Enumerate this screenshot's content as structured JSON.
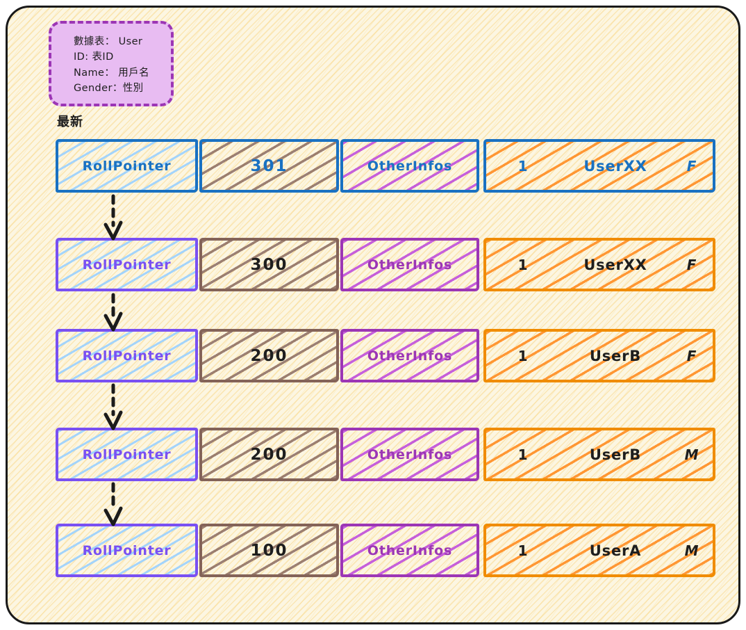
{
  "table_note": {
    "lines": [
      "數據表： User",
      "ID: 表ID",
      "Name： 用戶名",
      "Gender：性別"
    ]
  },
  "labels": {
    "latest": "最新"
  },
  "versions": [
    {
      "roll_pointer": "RollPointer",
      "trx_id": "301",
      "other_infos": "OtherInfos",
      "record": {
        "id": "1",
        "name": "UserXX",
        "gender": "F"
      }
    },
    {
      "roll_pointer": "RollPointer",
      "trx_id": "300",
      "other_infos": "OtherInfos",
      "record": {
        "id": "1",
        "name": "UserXX",
        "gender": "F"
      }
    },
    {
      "roll_pointer": "RollPointer",
      "trx_id": "200",
      "other_infos": "OtherInfos",
      "record": {
        "id": "1",
        "name": "UserB",
        "gender": "F"
      }
    },
    {
      "roll_pointer": "RollPointer",
      "trx_id": "200",
      "other_infos": "OtherInfos",
      "record": {
        "id": "1",
        "name": "UserB",
        "gender": "M"
      }
    },
    {
      "roll_pointer": "RollPointer",
      "trx_id": "100",
      "other_infos": "OtherInfos",
      "record": {
        "id": "1",
        "name": "UserA",
        "gender": "M"
      }
    }
  ],
  "colors": {
    "canvas_background": "#fcf6e2",
    "outline_blue": "#1971c2",
    "outline_violet": "#7950f2",
    "outline_brown": "#846358",
    "outline_magenta": "#9c36b5",
    "outline_orange": "#f08c00",
    "hatch_light_blue": "#a5d8ff",
    "note_fill": "#e8bcf2",
    "ink": "#1e1e1e"
  }
}
